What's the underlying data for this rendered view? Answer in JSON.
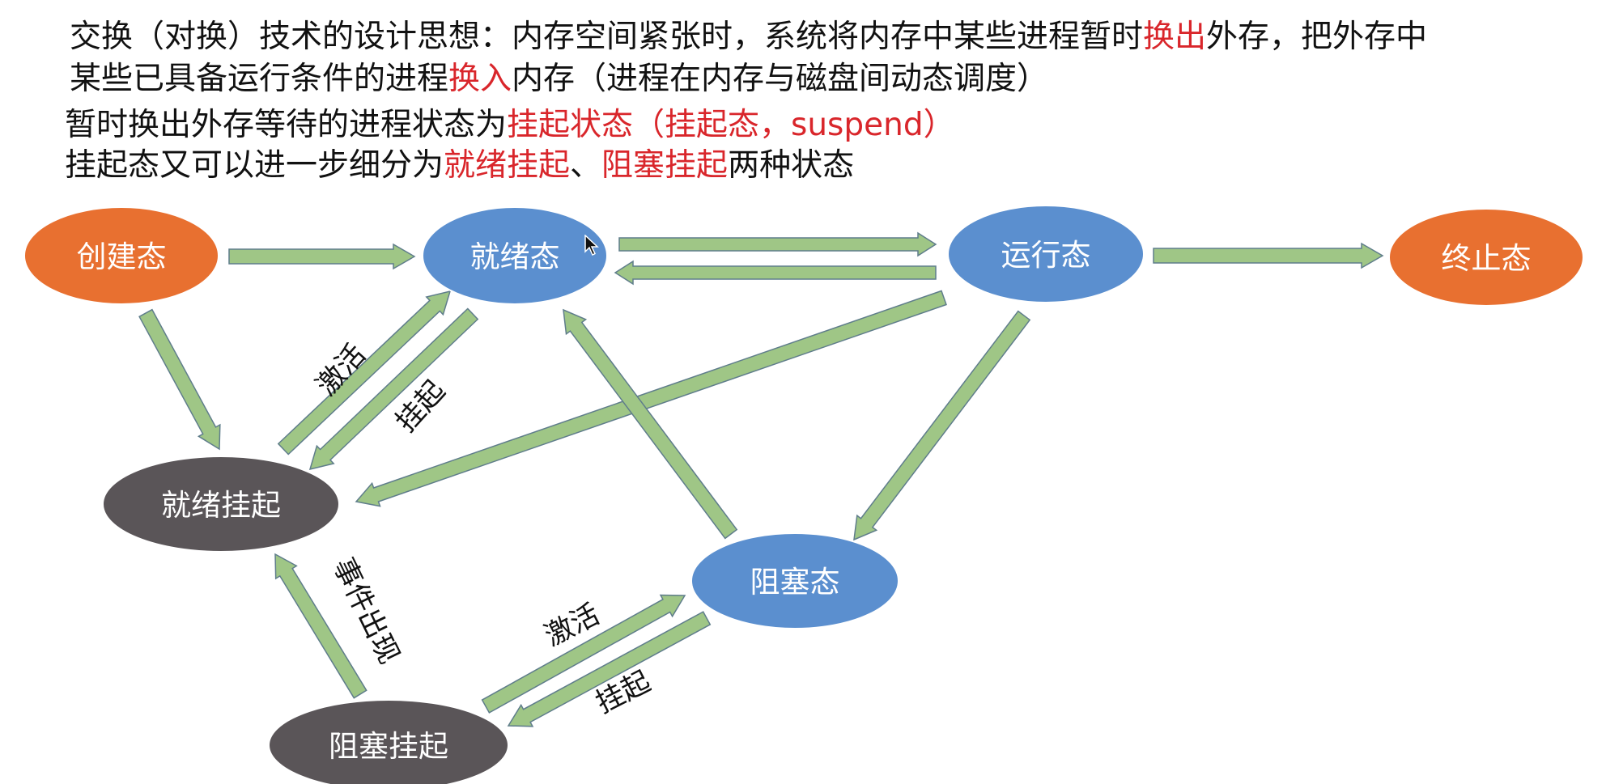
{
  "intro": {
    "line1_a": "交换（对换）技术的设计思想：内存空间紧张时，系统将内存中某些进程暂时",
    "line1_hl": "换出",
    "line1_b": "外存，把外存中",
    "line2_a": "某些已具备运行条件的进程",
    "line2_hl": "换入",
    "line2_b": "内存（进程在内存与磁盘间动态调度）"
  },
  "definitions": {
    "line1_a": "暂时换出外存等待的进程状态为",
    "line1_hl": "挂起状态（挂起态，suspend）",
    "line2_a": "挂起态又可以进一步细分为",
    "line2_hl1": "就绪挂起",
    "line2_sep": "、",
    "line2_hl2": "阻塞挂起",
    "line2_b": "两种状态"
  },
  "states": {
    "create": "创建态",
    "ready": "就绪态",
    "running": "运行态",
    "terminated": "终止态",
    "ready_suspend": "就绪挂起",
    "blocked": "阻塞态",
    "blocked_suspend": "阻塞挂起"
  },
  "labels": {
    "activate_ready": "激活",
    "suspend_ready": "挂起",
    "event_occurs": "事件出现",
    "activate_blocked": "激活",
    "suspend_blocked": "挂起"
  },
  "colors": {
    "create_terminate_fill": "#e87030",
    "active_state_fill": "#5b8fcf",
    "suspended_state_fill": "#5a5558",
    "arrow_fill": "#9fc686",
    "arrow_stroke": "#5f7d8b",
    "highlight_text": "#d9262b"
  },
  "icons": {
    "cursor": "mouse-pointer-icon"
  }
}
